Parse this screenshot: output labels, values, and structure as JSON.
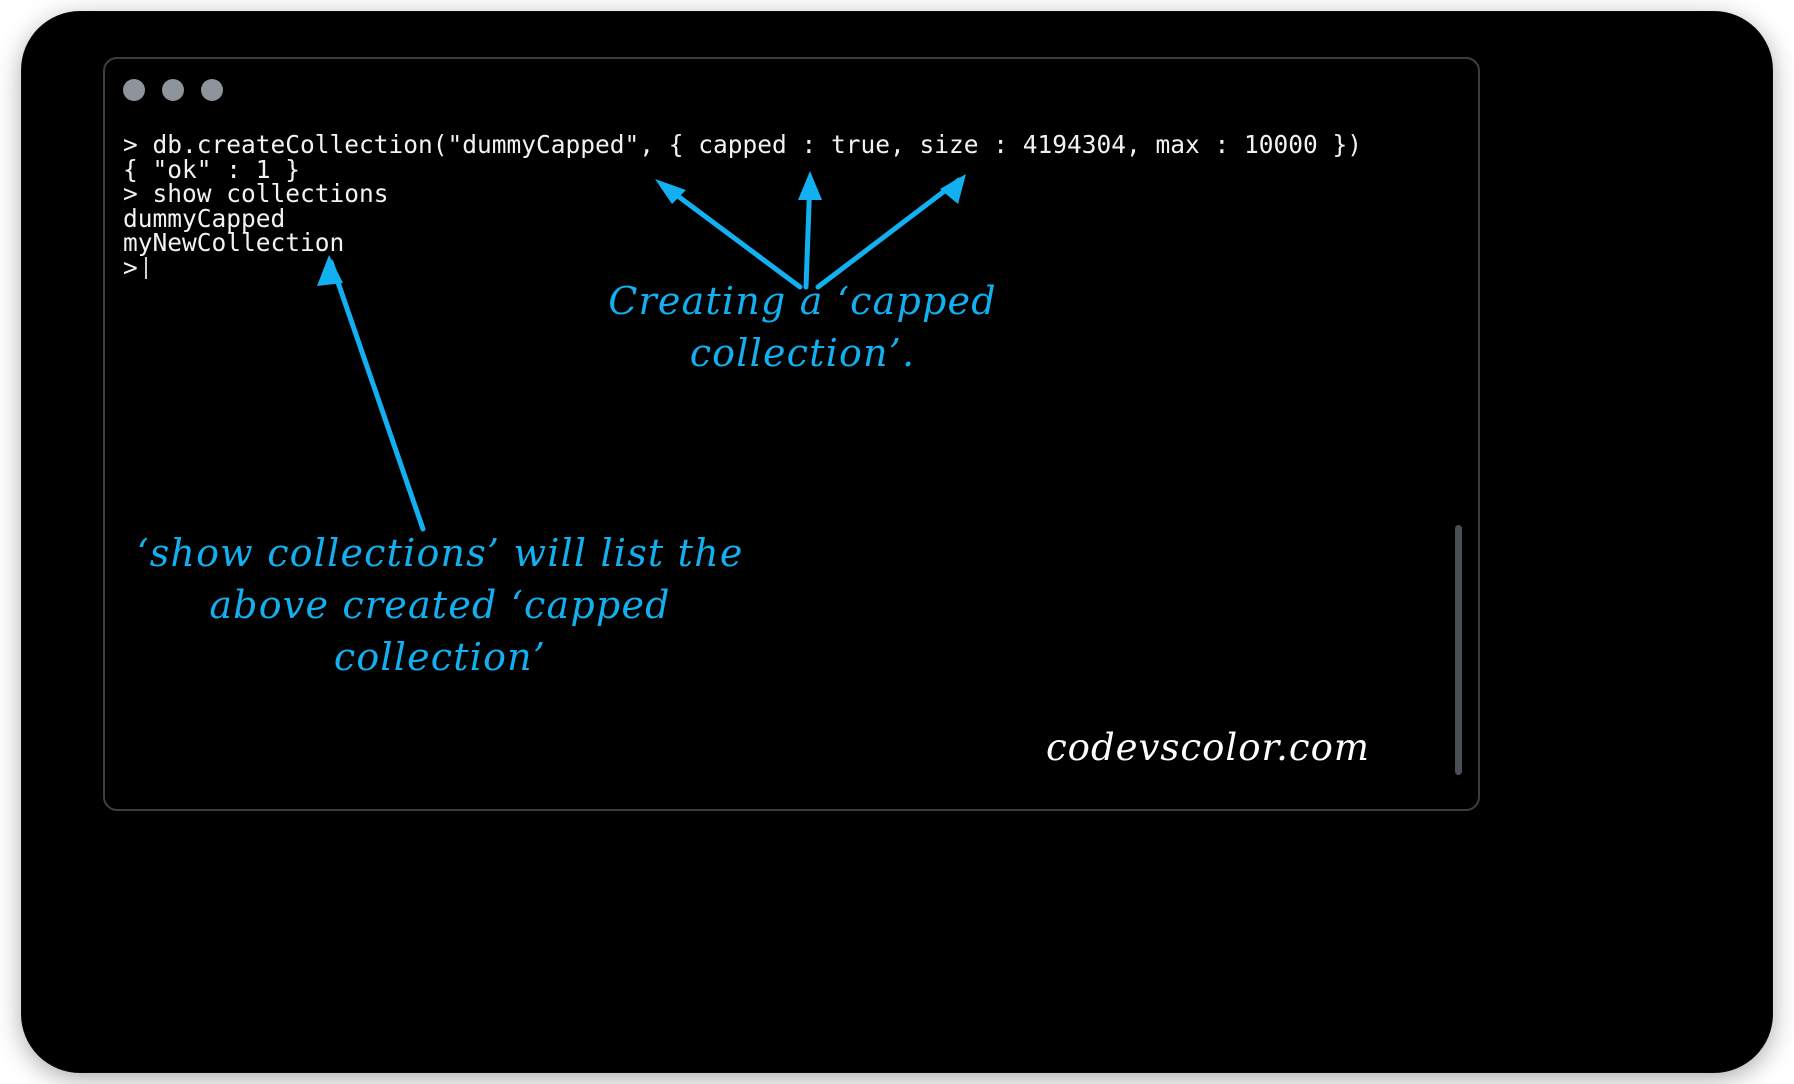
{
  "window": {
    "title_dots": [
      "close-dot",
      "minimize-dot",
      "maximize-dot"
    ],
    "dot_color": "#8e939c",
    "background": "#000000",
    "border_color": "#3a3f47"
  },
  "terminal": {
    "prompt_color": "#f2f2f2",
    "lines": [
      "> db.createCollection(\"dummyCapped\", { capped : true, size : 4194304, max : 10000 })",
      "{ \"ok\" : 1 }",
      "> show collections",
      "dummyCapped",
      "myNewCollection",
      ">"
    ]
  },
  "annotations": {
    "accent_color": "#12b0f0",
    "capped": "Creating a ‘capped\ncollection’.",
    "show_collections": "‘show collections’ will list the\nabove created ‘capped\ncollection’"
  },
  "watermark": {
    "text": "codevscolor.com"
  }
}
